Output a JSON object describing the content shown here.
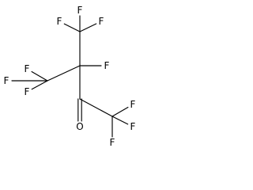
{
  "molecule": {
    "atoms": [
      {
        "id": "f1",
        "element": "F"
      },
      {
        "id": "f2",
        "element": "F"
      },
      {
        "id": "f3",
        "element": "F"
      },
      {
        "id": "f4",
        "element": "F"
      },
      {
        "id": "f5",
        "element": "F"
      },
      {
        "id": "f6",
        "element": "F"
      },
      {
        "id": "f7",
        "element": "F"
      },
      {
        "id": "o1",
        "element": "O"
      },
      {
        "id": "f8",
        "element": "F"
      },
      {
        "id": "f9",
        "element": "F"
      },
      {
        "id": "f10",
        "element": "F"
      }
    ],
    "bonds": [
      {
        "from": "c1",
        "to": "c2",
        "order": 1
      },
      {
        "from": "c2",
        "to": "c3",
        "order": 1
      },
      {
        "from": "c2",
        "to": "c4",
        "order": 1
      },
      {
        "from": "c4",
        "to": "c5",
        "order": 1
      },
      {
        "from": "c1",
        "to": "f1",
        "order": 1
      },
      {
        "from": "c1",
        "to": "f2",
        "order": 1
      },
      {
        "from": "c1",
        "to": "f3",
        "order": 1
      },
      {
        "from": "c3",
        "to": "f4",
        "order": 1
      },
      {
        "from": "c3",
        "to": "f5",
        "order": 1
      },
      {
        "from": "c3",
        "to": "f6",
        "order": 1
      },
      {
        "from": "c2",
        "to": "f7",
        "order": 1
      },
      {
        "from": "c4",
        "to": "o1",
        "order": 2
      },
      {
        "from": "c5",
        "to": "f8",
        "order": 1
      },
      {
        "from": "c5",
        "to": "f9",
        "order": 1
      },
      {
        "from": "c5",
        "to": "f10",
        "order": 1
      }
    ]
  }
}
